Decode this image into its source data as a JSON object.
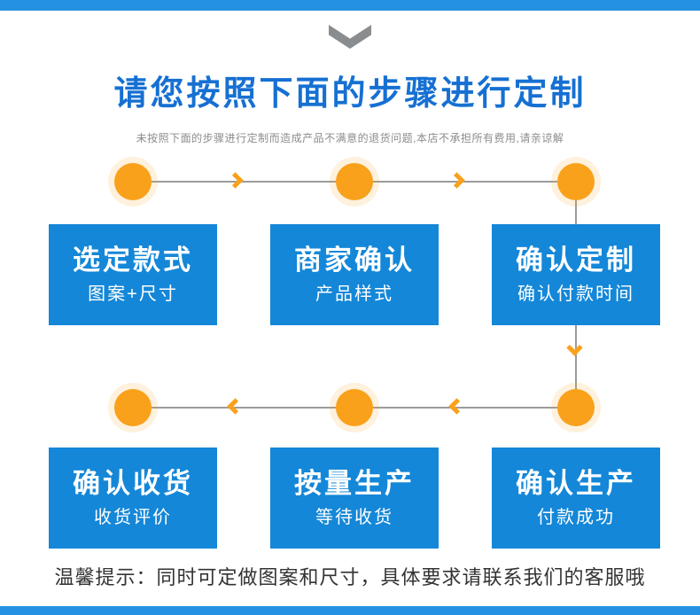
{
  "page": {
    "title": "请您按照下面的步骤进行定制",
    "subtitle": "未按照下面的步骤进行定制而造成产品不满意的退货问题,本店不承担所有费用,请亲谅解",
    "footer_tip": "温馨提示：同时可定做图案和尺寸，具体要求请联系我们的客服哦"
  },
  "colors": {
    "title_blue": "#1670d2",
    "box_blue": "#1487d8",
    "bar_blue": "#2492e0",
    "orange": "#f9a11b",
    "line_gray": "#9b9b9b",
    "divider_gray": "#8a8d90",
    "subtitle_gray": "#8c8c8c",
    "tip_dark": "#333333"
  },
  "steps": {
    "row1": [
      {
        "title": "选定款式",
        "subtitle": "图案+尺寸"
      },
      {
        "title": "商家确认",
        "subtitle": "产品样式"
      },
      {
        "title": "确认定制",
        "subtitle": "确认付款时间"
      }
    ],
    "row2": [
      {
        "title": "确认收货",
        "subtitle": "收货评价"
      },
      {
        "title": "按量生产",
        "subtitle": "等待收货"
      },
      {
        "title": "确认生产",
        "subtitle": "付款成功"
      }
    ]
  }
}
